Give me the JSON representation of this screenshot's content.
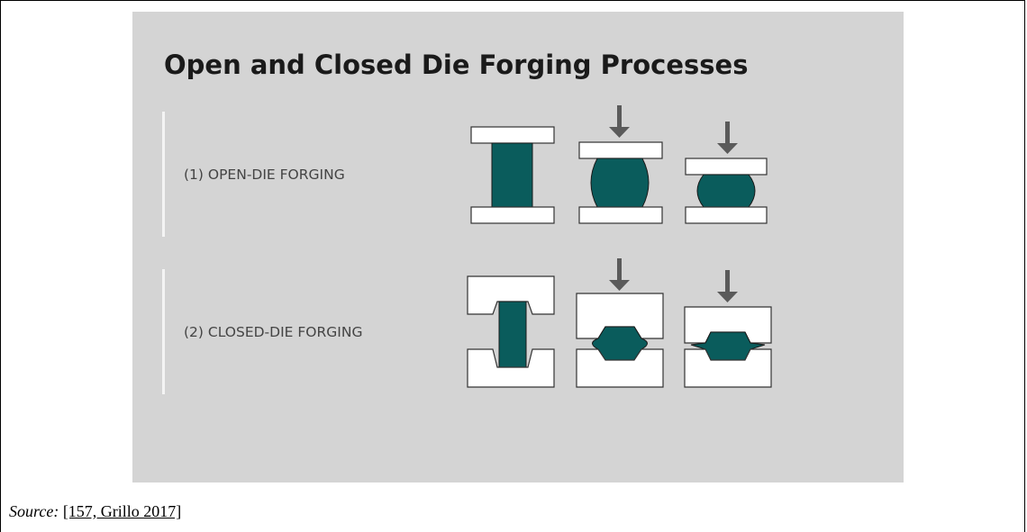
{
  "figure": {
    "title": "Open and Closed Die Forging Processes",
    "rows": [
      {
        "label": "(1) OPEN-DIE FORGING"
      },
      {
        "label": "(2) CLOSED-DIE FORGING"
      }
    ],
    "colors": {
      "background": "#d4d4d4",
      "workpiece": "#0a5c5c",
      "die": "#ffffff",
      "arrow": "#5a5a5a",
      "divider": "#f4f4f4"
    }
  },
  "caption": {
    "label": "Source:",
    "reference": "[157, Grillo 2017]"
  }
}
